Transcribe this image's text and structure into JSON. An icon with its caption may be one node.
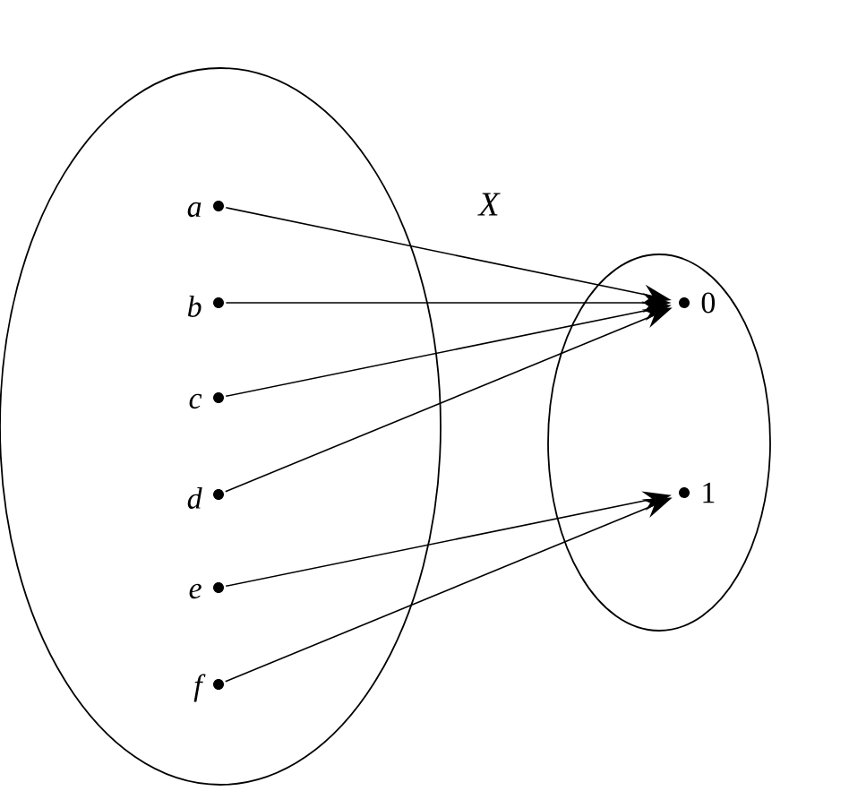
{
  "diagram": {
    "nodes": [
      {
        "text": [],
        "shape": "ellipse"
      },
      {
        "text": [],
        "shape": "ellipse"
      },
      {
        "text": [
          "a"
        ],
        "in": 0
      },
      {
        "text": [
          "b"
        ],
        "in": 0
      },
      {
        "text": [
          "c"
        ],
        "in": 0
      },
      {
        "text": [
          "d"
        ],
        "in": 0
      },
      {
        "text": [
          "e"
        ],
        "in": 0
      },
      {
        "text": [
          "f"
        ],
        "in": 0
      },
      {
        "text": [
          "0"
        ],
        "in": 1
      },
      {
        "text": [
          "1"
        ],
        "in": 1
      }
    ],
    "edges": [
      {
        "from": 2,
        "to": 8,
        "arrow": "to"
      },
      {
        "from": 3,
        "to": 8,
        "arrow": "to"
      },
      {
        "from": 4,
        "to": 8,
        "arrow": "to"
      },
      {
        "from": 5,
        "to": 8,
        "arrow": "to"
      },
      {
        "from": 6,
        "to": 9,
        "arrow": "to"
      },
      {
        "from": 7,
        "to": 9,
        "arrow": "to"
      }
    ],
    "labels": [
      "X"
    ]
  }
}
